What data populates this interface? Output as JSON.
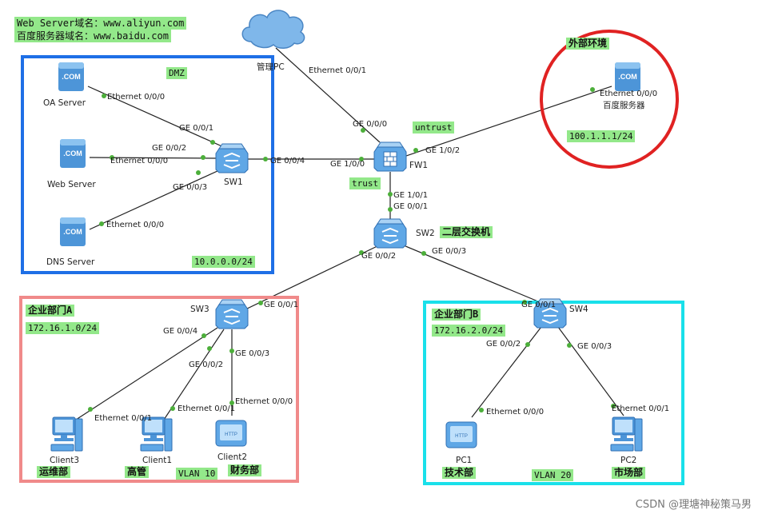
{
  "notes": {
    "web_domain": "Web Server域名：www.aliyun.com",
    "baidu_domain": "百度服务器域名：www.baidu.com"
  },
  "zones": {
    "dmz": {
      "label": "DMZ",
      "subnet": "10.0.0.0/24",
      "color": "#1e6fe6"
    },
    "external": {
      "label": "外部环境",
      "subnet": "100.1.1.1/24",
      "color": "#e02222"
    },
    "dept_a": {
      "label": "企业部门A",
      "subnet": "172.16.1.0/24",
      "vlan": "VLAN 10",
      "color": "#f08a8a"
    },
    "dept_b": {
      "label": "企业部门B",
      "subnet": "172.16.2.0/24",
      "vlan": "VLAN 20",
      "color": "#19e0ea"
    }
  },
  "devices": {
    "cloud": {
      "name": "管理PC"
    },
    "oa": {
      "name": "OA Server"
    },
    "web": {
      "name": "Web Server"
    },
    "dns": {
      "name": "DNS Server"
    },
    "sw1": {
      "name": "SW1"
    },
    "fw1": {
      "name": "FW1"
    },
    "baidu": {
      "name": "百度服务器"
    },
    "sw2": {
      "name": "SW2",
      "role": "二层交换机"
    },
    "sw3": {
      "name": "SW3"
    },
    "sw4": {
      "name": "SW4"
    },
    "client3": {
      "name": "Client3",
      "dept": "运维部"
    },
    "client1": {
      "name": "Client1",
      "dept": "高管"
    },
    "client2": {
      "name": "Client2",
      "dept": "财务部"
    },
    "pc1": {
      "name": "PC1",
      "dept": "技术部"
    },
    "pc2": {
      "name": "PC2",
      "dept": "市场部"
    }
  },
  "ports": {
    "oa_eth": "Ethernet 0/0/0",
    "sw1_g1": "GE 0/0/1",
    "sw1_g2": "GE 0/0/2",
    "web_eth": "Ethernet 0/0/0",
    "sw1_g3": "GE 0/0/3",
    "dns_eth": "Ethernet 0/0/0",
    "sw1_g4": "GE 0/0/4",
    "fw1_g100": "GE 1/0/0",
    "cloud_eth": "Ethernet 0/0/1",
    "fw1_g000": "GE 0/0/0",
    "fw1_g102": "GE 1/0/2",
    "baidu_eth": "Ethernet 0/0/0",
    "fw1_g101": "GE 1/0/1",
    "sw2_g1": "GE 0/0/1",
    "sw2_g2": "GE 0/0/2",
    "sw2_g3": "GE 0/0/3",
    "sw3_g1": "GE 0/0/1",
    "sw3_g4": "GE 0/0/4",
    "sw3_g2": "GE 0/0/2",
    "sw3_g3": "GE 0/0/3",
    "client3_eth": "Ethernet 0/0/1",
    "client1_eth": "Ethernet 0/0/1",
    "client2_eth": "Ethernet 0/0/0",
    "sw4_g1": "GE 0/0/1",
    "sw4_g2": "GE 0/0/2",
    "sw4_g3": "GE 0/0/3",
    "pc1_eth": "Ethernet 0/0/0",
    "pc2_eth": "Ethernet 0/0/1"
  },
  "security_zones": {
    "untrust": "untrust",
    "trust": "trust"
  },
  "watermark": "CSDN @理塘神秘策马男"
}
